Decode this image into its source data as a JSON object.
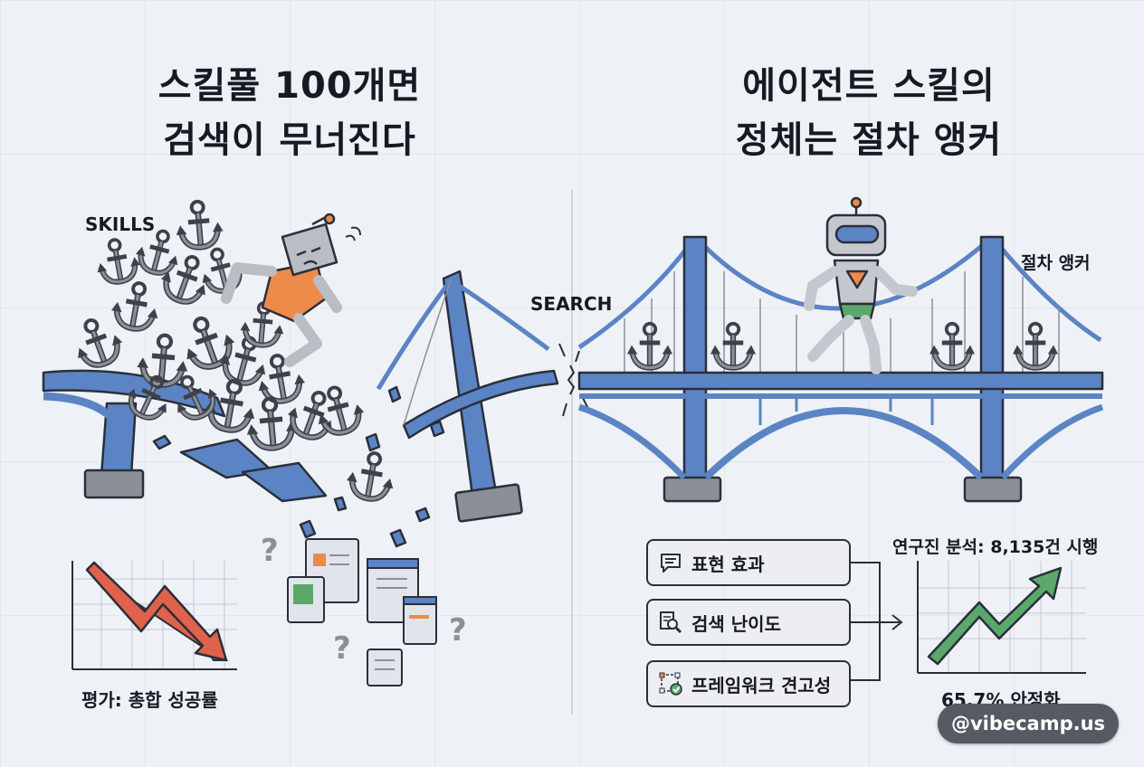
{
  "left_panel": {
    "title_line1": "스킬풀 100개면",
    "title_line2": "검색이 무너진다",
    "skills_label": "SKILLS",
    "search_label": "SEARCH",
    "eval_label": "평가: 총합 성공률",
    "question_mark": "?"
  },
  "right_panel": {
    "title_line1": "에이전트 스킬의",
    "title_line2": "정체는 절차 앵커",
    "anchor_label": "절차 앵커",
    "research_label": "연구진 분석: 8,135건 시행",
    "stable_label": "65.7% 안정화",
    "factors": [
      {
        "label": "표현 효과",
        "icon": "message-icon"
      },
      {
        "label": "검색 난이도",
        "icon": "search-doc-icon"
      },
      {
        "label": "프레임워크 견고성",
        "icon": "framework-check-icon"
      }
    ]
  },
  "watermark": "@vibecamp.us",
  "colors": {
    "bridge_blue": "#5b84c4",
    "anchor_gray": "#7d828c",
    "down_arrow": "#e0614c",
    "up_arrow": "#5aa96b",
    "robot_orange": "#ee8a49",
    "robot_green": "#5aa96b"
  }
}
